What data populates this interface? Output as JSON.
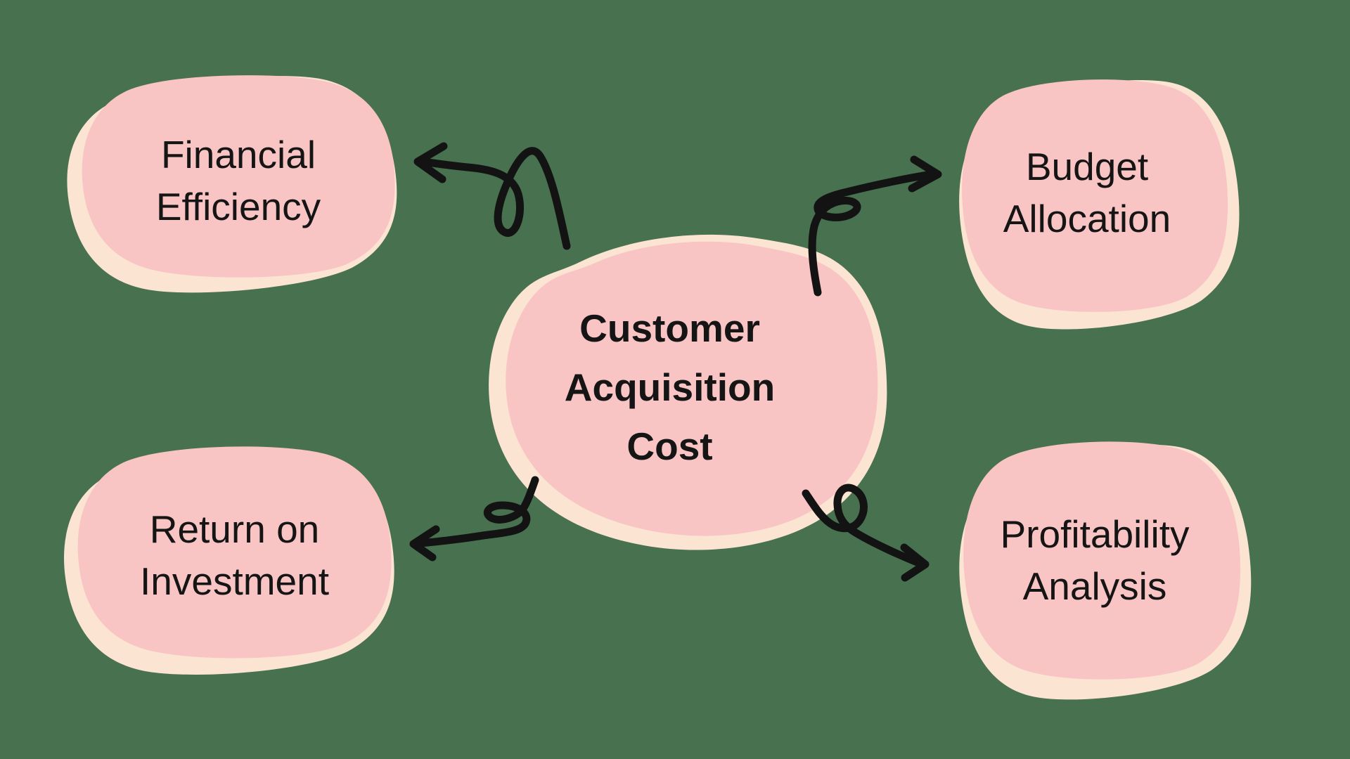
{
  "page": {
    "type": "mind-map",
    "background_color": "#48714F"
  },
  "diagram": {
    "colors": {
      "background": "#48714F",
      "blob_pink": "#F9C5C4",
      "blob_peach": "#FCE4D3",
      "text": "#151515",
      "arrow": "#131313"
    },
    "center": {
      "id": "customer-acquisition-cost",
      "label": "Customer Acquisition Cost",
      "lines": [
        "Customer",
        "Acquisition",
        "Cost"
      ]
    },
    "branches": [
      {
        "id": "financial-efficiency",
        "label": "Financial Efficiency",
        "lines": [
          "Financial",
          "Efficiency"
        ],
        "position": "top-left"
      },
      {
        "id": "budget-allocation",
        "label": "Budget Allocation",
        "lines": [
          "Budget",
          "Allocation"
        ],
        "position": "top-right"
      },
      {
        "id": "return-on-investment",
        "label": "Return on Investment",
        "lines": [
          "Return on",
          "Investment"
        ],
        "position": "bottom-left"
      },
      {
        "id": "profitability-analysis",
        "label": "Profitability Analysis",
        "lines": [
          "Profitability",
          "Analysis"
        ],
        "position": "bottom-right"
      }
    ],
    "connections": [
      {
        "from": "customer-acquisition-cost",
        "to": "financial-efficiency"
      },
      {
        "from": "customer-acquisition-cost",
        "to": "budget-allocation"
      },
      {
        "from": "customer-acquisition-cost",
        "to": "return-on-investment"
      },
      {
        "from": "customer-acquisition-cost",
        "to": "profitability-analysis"
      }
    ]
  }
}
